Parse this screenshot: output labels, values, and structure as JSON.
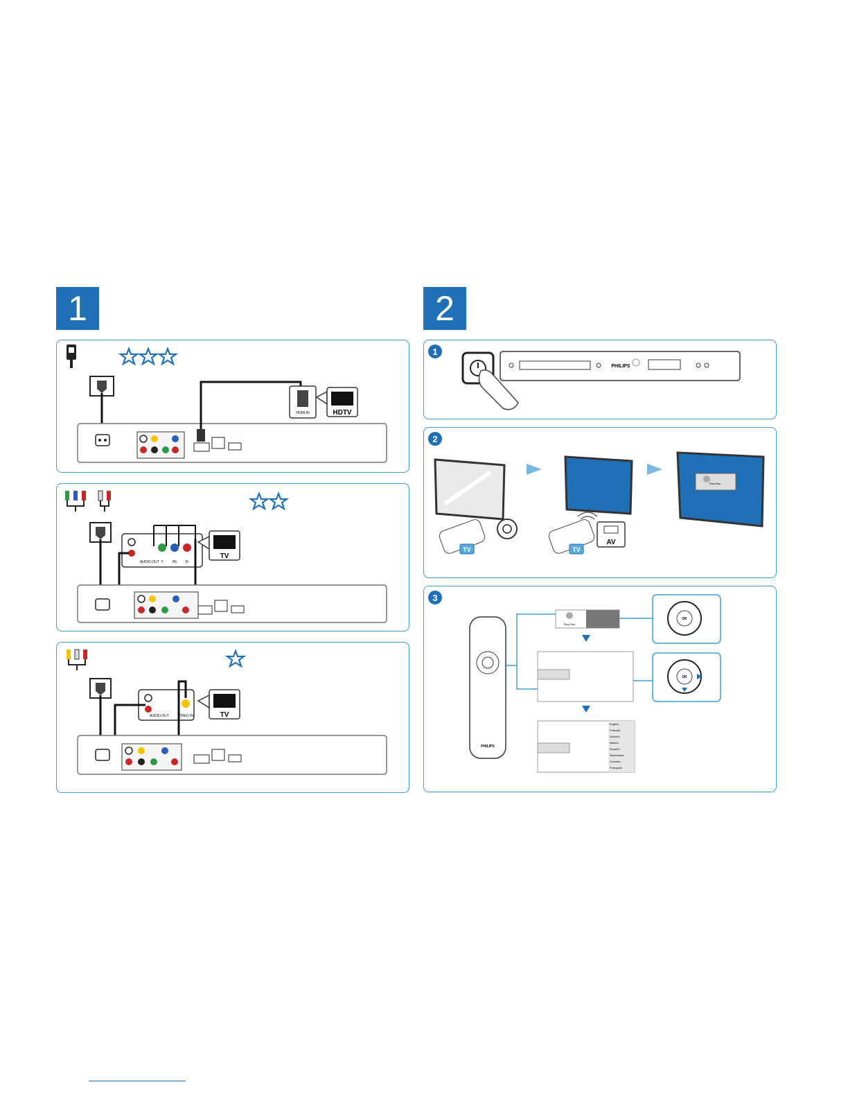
{
  "steps": {
    "step1": "1",
    "step2": "2"
  },
  "substeps": {
    "a": "1",
    "b": "2",
    "c": "3"
  },
  "labels": {
    "hdtv": "HDTV",
    "tv1": "TV",
    "tv2": "TV",
    "hdmi": "HDMI IN",
    "audio_out_1": "AUDIO OUT",
    "audio_out_2": "AUDIO OUT",
    "video_in": "VIDEO IN",
    "y": "Y",
    "pb": "Pb",
    "pr": "Pr",
    "philips_front": "PHILIPS",
    "philips_remote": "PHILIPS",
    "av": "AV",
    "tv_badge_1": "TV",
    "tv_badge_2": "TV",
    "ok_1": "OK",
    "ok_2": "OK",
    "play_disc_1": "Play Disc",
    "play_disc_2": "Play Disc"
  },
  "ratings": {
    "hdmi": 3,
    "component": 2,
    "composite": 1
  },
  "languages": [
    "English",
    "Français",
    "Deutsch",
    "Italiano",
    "Español",
    "Nederlands",
    "Svenska",
    "Português"
  ],
  "colors": {
    "accent": "#1f70b6",
    "panel_border": "#3a9fd3",
    "screen_blue": "#1f70b6"
  }
}
